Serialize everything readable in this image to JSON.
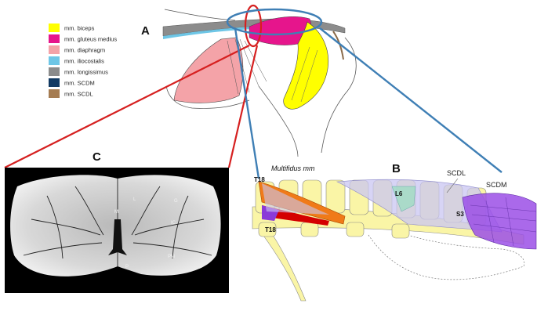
{
  "panels": {
    "a": "A",
    "b": "B",
    "c": "C"
  },
  "legend": [
    {
      "label": "mm. biceps",
      "color": "#ffff00"
    },
    {
      "label": "mm. gluteus medius",
      "color": "#e6158c"
    },
    {
      "label": "mm. diaphragm",
      "color": "#f4a3a8"
    },
    {
      "label": "mm. iliocostalis",
      "color": "#6ec6e6"
    },
    {
      "label": "mm. longissimus",
      "color": "#8c8c8c"
    },
    {
      "label": "mm. SCDM",
      "color": "#123a63"
    },
    {
      "label": "mm. SCDL",
      "color": "#a57c52"
    }
  ],
  "mri_labels": {
    "l": "L",
    "g": "G",
    "m": "M",
    "ic": "IC",
    "pm": "PM",
    "p": "P"
  },
  "spine": {
    "title": "Multifidus mm",
    "t18_top": "T18",
    "t18_bottom": "T18",
    "l6": "L6",
    "s3": "S3",
    "scdl": "SCDL",
    "scdm": "SCDM"
  },
  "colors": {
    "callout_red": "#d62020",
    "callout_blue": "#3f7fb5",
    "vertebra": "#faf5a6",
    "multifidus_orange": "#f07a18",
    "scdm_purple": "#9b4fe6",
    "scdl_lavender": "#c9c6f2"
  }
}
